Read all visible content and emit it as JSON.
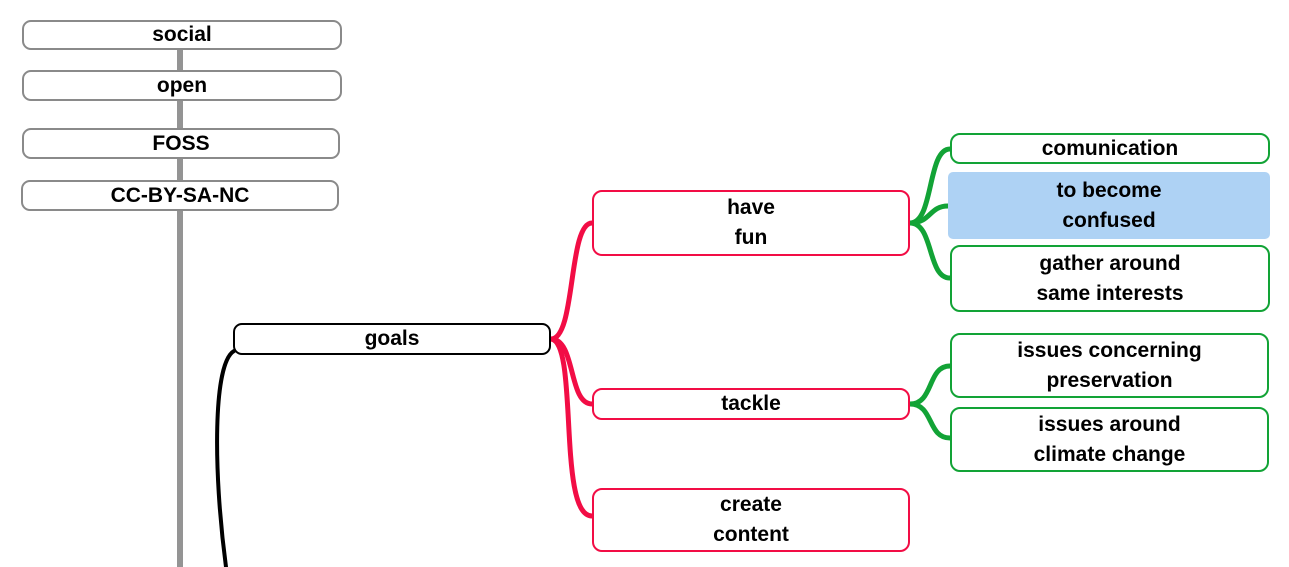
{
  "colors": {
    "background": "#ffffff",
    "node_bg": "#ffffff",
    "text_color": "#000000",
    "node_border_gray": "#8a8a8a",
    "node_border_black": "#000000",
    "edge_gray": "#949494",
    "edge_black": "#000000",
    "edge_red": "#f20d45",
    "edge_green": "#12a336",
    "selected_node_bg": "#aed2f4"
  },
  "nodes": {
    "social": {
      "label": "social"
    },
    "open": {
      "label": "open"
    },
    "foss": {
      "label": "FOSS"
    },
    "license": {
      "label": "CC-BY-SA-NC"
    },
    "goals": {
      "label": "goals"
    },
    "have_fun": {
      "label": "have\nfun"
    },
    "tackle": {
      "label": "tackle"
    },
    "create_content": {
      "label": "create\ncontent"
    },
    "comunication": {
      "label": "comunication"
    },
    "to_become_confused": {
      "label": "to become\nconfused",
      "selected": true
    },
    "gather_same_interests": {
      "label": "gather around\nsame interests"
    },
    "issues_preservation": {
      "label": "issues concerning\npreservation"
    },
    "issues_climate": {
      "label": "issues around\nclimate change"
    }
  }
}
